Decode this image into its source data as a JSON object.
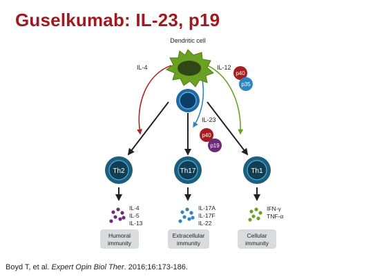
{
  "title": "Guselkumab: IL-23, p19",
  "diagram": {
    "dendritic_label": "Dendritic cell",
    "il4": "IL-4",
    "il12": "IL-12",
    "il23": "IL-23",
    "p40_top": "p40",
    "p35": "p35",
    "p40_mid": "p40",
    "p19": "p19",
    "th2": "Th2",
    "th17": "Th17",
    "th1": "Th1",
    "th2_cytokines": [
      "IL-4",
      "IL-5",
      "IL-13"
    ],
    "th17_cytokines": [
      "IL-17A",
      "IL-17F",
      "IL-22"
    ],
    "th1_cytokines": [
      "IFN-γ",
      "TNF-α"
    ],
    "outcomes": [
      [
        "Humoral",
        "immunity"
      ],
      [
        "Extracellular",
        "immunity"
      ],
      [
        "Cellular",
        "immunity"
      ]
    ],
    "colors": {
      "title": "#a0191e",
      "dendritic": "#6aa121",
      "naive_t": "#1f78b4",
      "th_cell": "#1c5f7c",
      "p40": "#a51d1d",
      "p35": "#2e86c1",
      "p19": "#6b2a7a",
      "il4_arrow": "#b22222",
      "il12_arrow": "#6aa121",
      "il23_arrow": "#2e86c1",
      "th2_dots": "#6b2a7a",
      "th17_dots": "#2e86c1",
      "th1_dots": "#6aa121",
      "outcome_box": "#d9dcdf"
    }
  },
  "citation": {
    "authors": "Boyd T, et al.",
    "journal": "Expert Opin Biol Ther",
    "rest": ". 2016;16:173-186."
  }
}
